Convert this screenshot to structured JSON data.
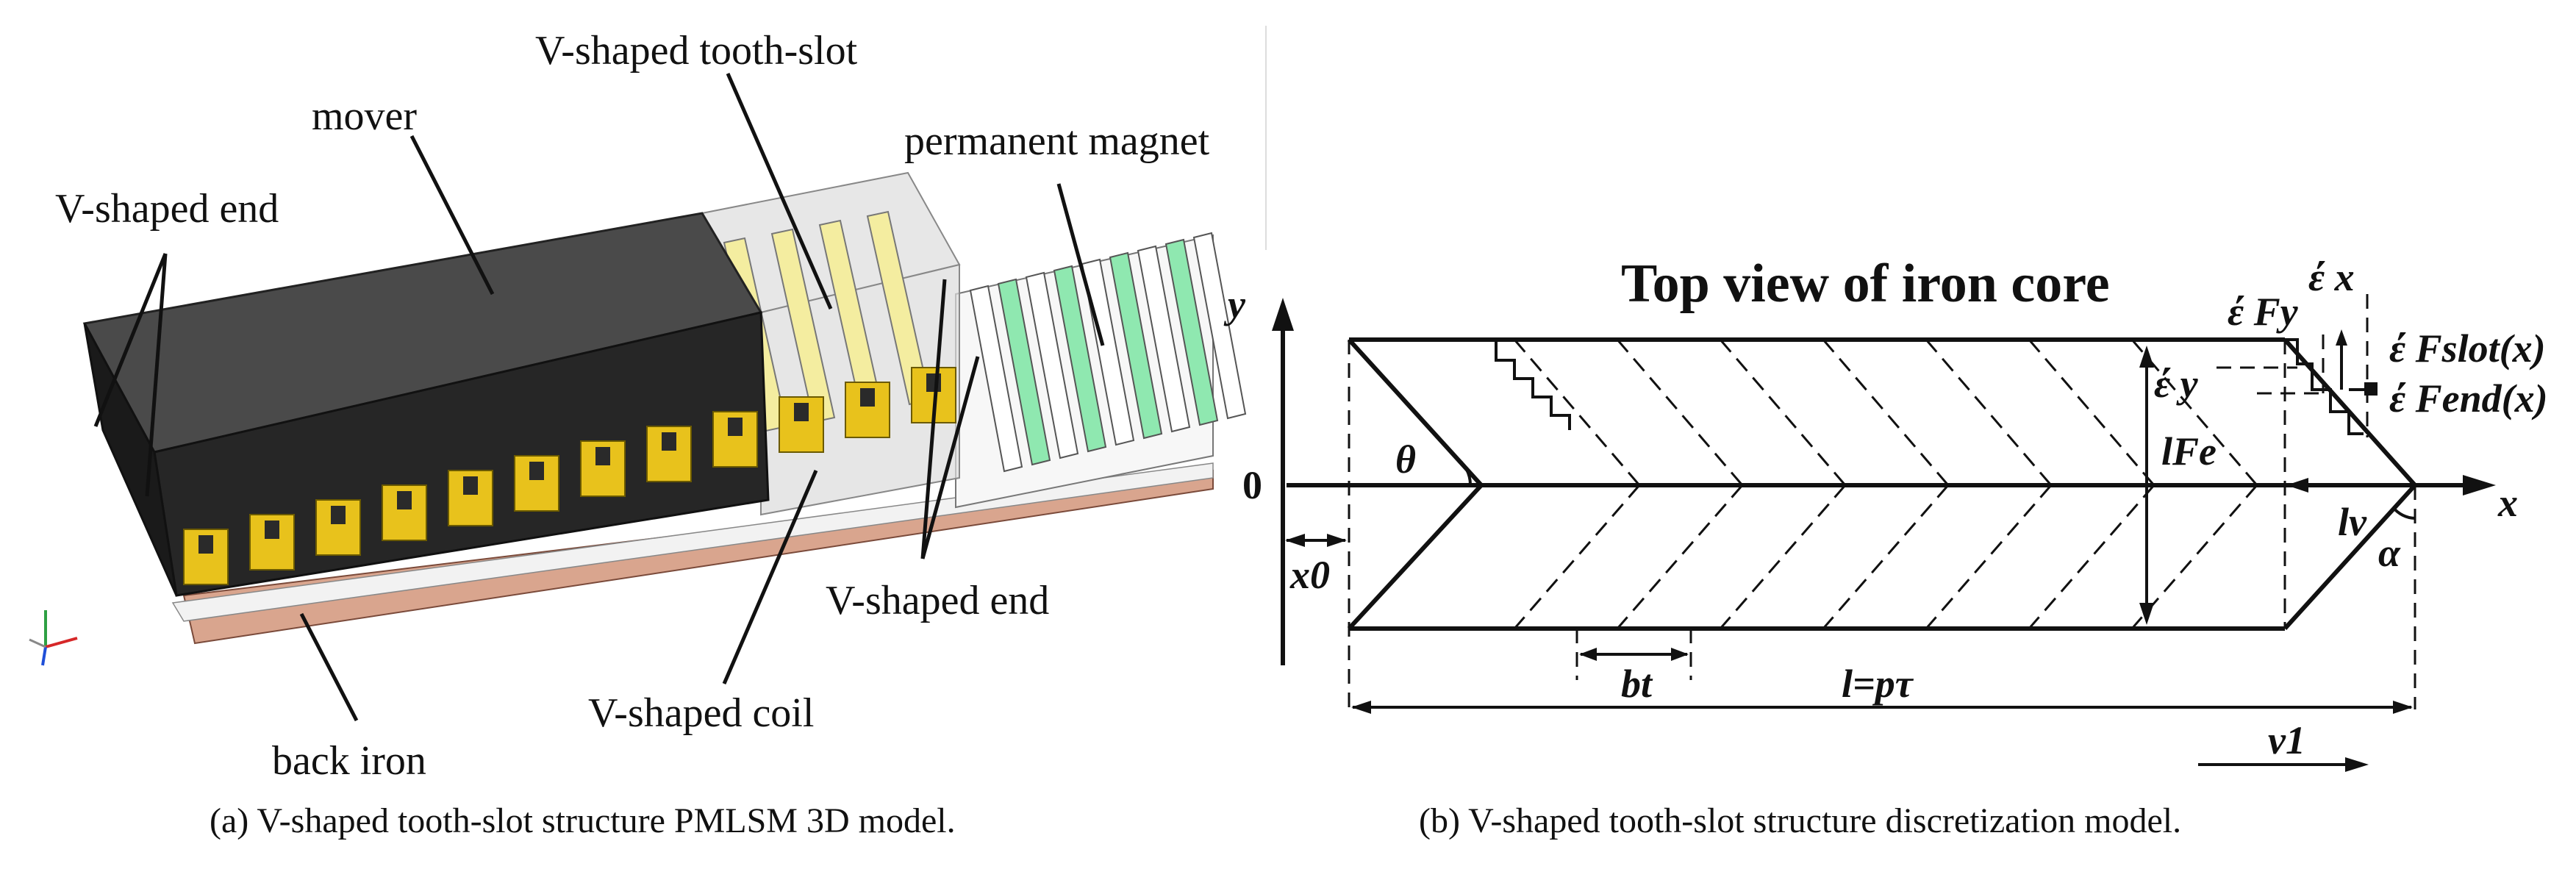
{
  "figure_a": {
    "labels": {
      "mover": "mover",
      "v_end_left": "V-shaped end",
      "tooth_slot": "V-shaped tooth-slot",
      "magnet": "permanent magnet",
      "v_end_right": "V-shaped end",
      "coil": "V-shaped coil",
      "back_iron": "back iron"
    },
    "caption": "(a) V-shaped tooth-slot structure PMLSM 3D model."
  },
  "figure_b": {
    "title": "Top view of iron core",
    "axes": {
      "y": "y",
      "x": "x",
      "origin": "0"
    },
    "symbols": {
      "theta": "θ",
      "x0": "x0",
      "lFe": "lFe",
      "lv": "lv",
      "alpha": "α",
      "bt": "bt",
      "l": "l=pτ",
      "v1": "v1",
      "eps_fy": "έ  Fy",
      "eps_x": "έ  x",
      "eps_y": "έ  y",
      "eps_fslot": "έ  Fslot(x)",
      "eps_fend": "έ  Fend(x)"
    },
    "caption": "(b) V-shaped tooth-slot structure discretization model."
  },
  "colors": {
    "mover_top": "#4a4a4a",
    "mover_front": "#222222",
    "coil": "#e8c21c",
    "magnet_green": "#8fe8b0",
    "back_iron": "#d9a58e",
    "glass": "#e3e3e3"
  }
}
